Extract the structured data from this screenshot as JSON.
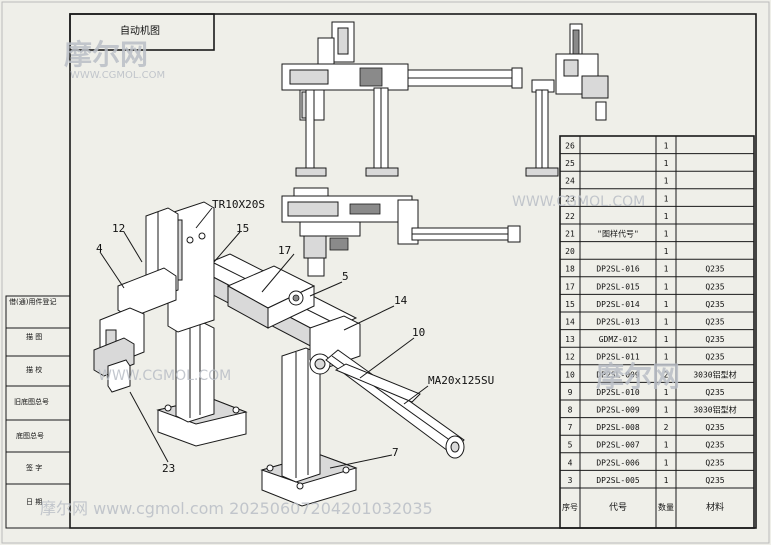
{
  "title_block": {
    "label": "自动机图"
  },
  "left_column": [
    "借(通)用件登记",
    "描 图",
    "描 校",
    "旧底图总号",
    "底图总号",
    "签 字",
    "日 期"
  ],
  "bom": {
    "header": {
      "seq": "序号",
      "code": "代号",
      "qty": "数量",
      "material": "材料"
    },
    "rows": [
      {
        "seq": "26",
        "code": "",
        "qty": "1",
        "material": ""
      },
      {
        "seq": "25",
        "code": "",
        "qty": "1",
        "material": ""
      },
      {
        "seq": "24",
        "code": "",
        "qty": "1",
        "material": ""
      },
      {
        "seq": "23",
        "code": "",
        "qty": "1",
        "material": ""
      },
      {
        "seq": "22",
        "code": "",
        "qty": "1",
        "material": ""
      },
      {
        "seq": "21",
        "code": "\"图样代号\"",
        "qty": "1",
        "material": ""
      },
      {
        "seq": "20",
        "code": "",
        "qty": "1",
        "material": ""
      },
      {
        "seq": "18",
        "code": "DP2SL-016",
        "qty": "1",
        "material": "Q235"
      },
      {
        "seq": "17",
        "code": "DP2SL-015",
        "qty": "1",
        "material": "Q235"
      },
      {
        "seq": "15",
        "code": "DP2SL-014",
        "qty": "1",
        "material": "Q235"
      },
      {
        "seq": "14",
        "code": "DP2SL-013",
        "qty": "1",
        "material": "Q235"
      },
      {
        "seq": "13",
        "code": "GDMZ-012",
        "qty": "1",
        "material": "Q235"
      },
      {
        "seq": "12",
        "code": "DP2SL-011",
        "qty": "1",
        "material": "Q235"
      },
      {
        "seq": "10",
        "code": "DP2SL-009",
        "qty": "2",
        "material": "3030铝型材"
      },
      {
        "seq": "9",
        "code": "DP2SL-010",
        "qty": "1",
        "material": "Q235"
      },
      {
        "seq": "8",
        "code": "DP2SL-009",
        "qty": "1",
        "material": "3030铝型材"
      },
      {
        "seq": "7",
        "code": "DP2SL-008",
        "qty": "2",
        "material": "Q235"
      },
      {
        "seq": "5",
        "code": "DP2SL-007",
        "qty": "1",
        "material": "Q235"
      },
      {
        "seq": "4",
        "code": "DP2SL-006",
        "qty": "1",
        "material": "Q235"
      },
      {
        "seq": "3",
        "code": "DP2SL-005",
        "qty": "1",
        "material": "Q235"
      }
    ]
  },
  "callouts": {
    "c4": "4",
    "c12": "12",
    "c15": "15",
    "c17": "17",
    "c5": "5",
    "c14": "14",
    "c10": "10",
    "c7": "7",
    "c23": "23",
    "tr": "TR10X20S",
    "ma": "MA20x125SU"
  },
  "watermarks": {
    "brand_top": "摩尔网",
    "url_top": "WWW.CGMOL.COM",
    "brand_right": "摩尔网",
    "url_right": "WWW.CGMOL.COM",
    "url_mid": "WWW.CGMOL.COM",
    "footer": "摩尔网 www.cgmol.com 20250607204201032035"
  }
}
